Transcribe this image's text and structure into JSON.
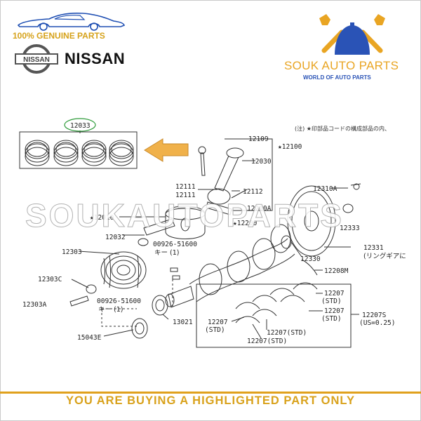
{
  "header": {
    "genuine_text": "100% GENUINE PARTS",
    "brand_name": "NISSAN",
    "logo_badge_text": "NISSAN",
    "shop_name": "SOUK AUTO PARTS",
    "shop_tagline": "WORLD OF AUTO PARTS"
  },
  "watermark": "SOUKAUTOPARTS",
  "diagram": {
    "note": "(注) ★印部品コードの構成部品の内、",
    "highlighted_part": "12033",
    "labels": {
      "p12109": "12109",
      "p12100": "★12100",
      "p12030": "12030",
      "p12111a": "12111",
      "p12111b": "12111",
      "p12112": "12112",
      "p12010": "★12010",
      "p12200a": "12200A",
      "p12200": "★12200",
      "p12310a": "12310A",
      "p12333": "12333",
      "p12032": "12032",
      "p00926a": "00926-51600",
      "p00926a_sub": "キー (1)",
      "p12303": "12303",
      "p12330": "12330",
      "p12331": "12331",
      "p12331_sub": "(リングギアに",
      "p12208m": "12208M",
      "p12303c": "12303C",
      "p12207a": "12207",
      "p12207a_sub": "(STD)",
      "p12207b": "12207",
      "p12207b_sub": "(STD)",
      "p12207s": "12207S",
      "p12207s_sub": "(US=0.25)",
      "p12303a": "12303A",
      "p00926b": "00926-51600",
      "p00926b_sub": "キー (1)",
      "p13021": "13021",
      "p12207c": "12207",
      "p12207c_sub": "(STD)",
      "p12207d": "12207(STD)",
      "p12207e": "12207(STD)",
      "p15043e": "15043E"
    }
  },
  "footer": {
    "notice": "YOU ARE BUYING A HIGHLIGHTED PART ONLY"
  },
  "colors": {
    "gold": "#d6a21a",
    "blue": "#2a53b6",
    "arrow": "#f0b14a"
  }
}
